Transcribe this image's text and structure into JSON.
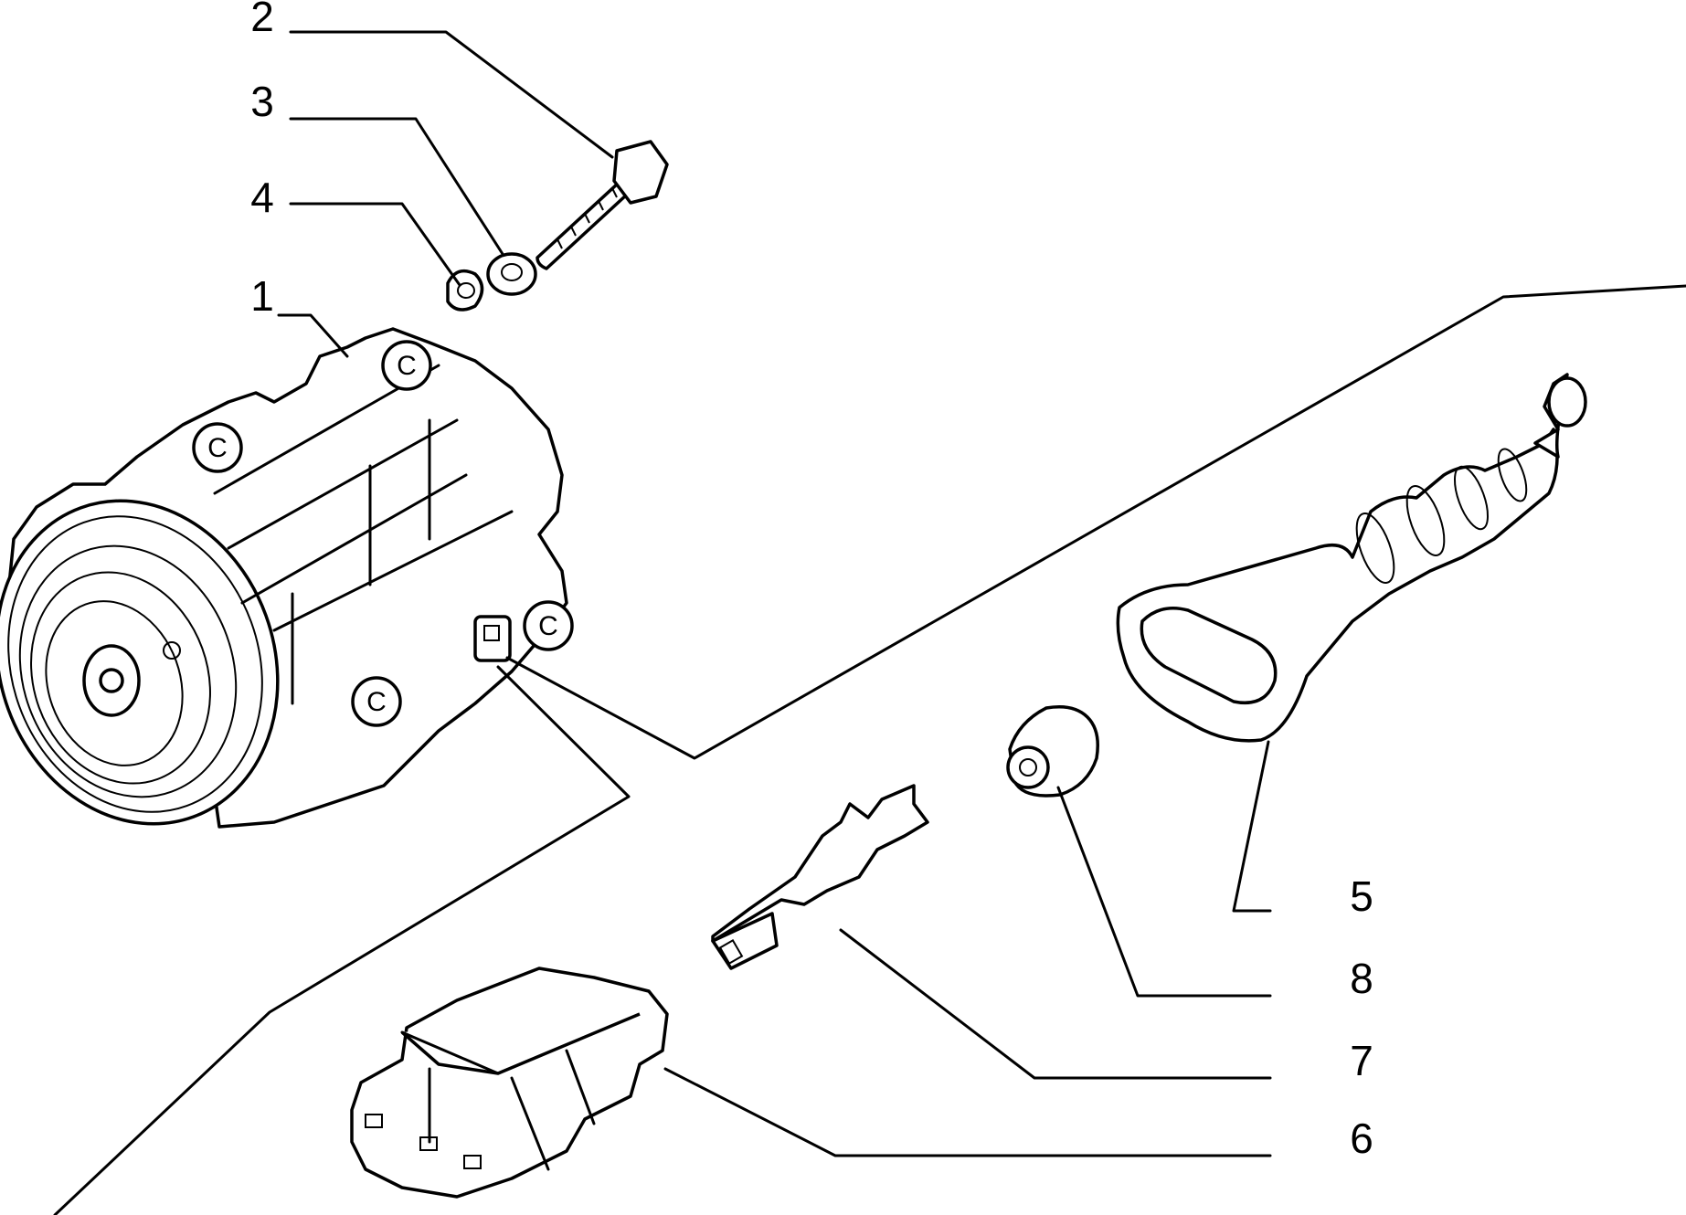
{
  "callouts": {
    "c1": "1",
    "c2": "2",
    "c3": "3",
    "c4": "4",
    "c5": "5",
    "c6": "6",
    "c7": "7",
    "c8": "8"
  },
  "stroke_color": "#000000",
  "background_color": "#ffffff"
}
